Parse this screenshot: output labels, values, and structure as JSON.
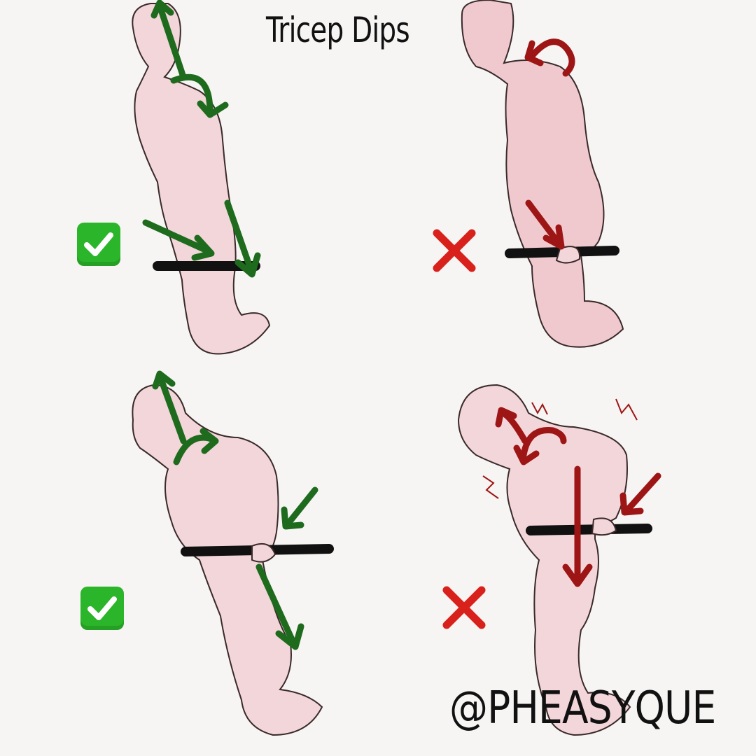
{
  "title": "Tricep Dips",
  "watermark": "@PHEASYQUE",
  "panels": [
    {
      "position": "top-left",
      "verdict": "correct",
      "icon": "check-mark-icon"
    },
    {
      "position": "top-right",
      "verdict": "incorrect",
      "icon": "cross-mark-icon"
    },
    {
      "position": "bottom-left",
      "verdict": "correct",
      "icon": "check-mark-icon"
    },
    {
      "position": "bottom-right",
      "verdict": "incorrect",
      "icon": "cross-mark-icon"
    }
  ],
  "colors": {
    "correct_arrow": "#1e6b1e",
    "incorrect_arrow": "#9e1515",
    "skin": "#f3d6da",
    "outline": "#3a2a2a",
    "check_bg": "#2bb52a",
    "cross": "#d9211b"
  }
}
